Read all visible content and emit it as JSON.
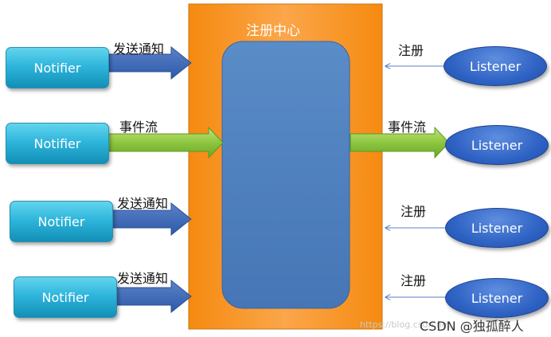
{
  "hub": {
    "title": "注册中心"
  },
  "notifiers": [
    {
      "label": "Notifier",
      "arrow_label": "发送通知",
      "connection": "notify"
    },
    {
      "label": "Notifier",
      "arrow_label": "事件流",
      "connection": "event-stream"
    },
    {
      "label": "Notifier",
      "arrow_label": "发送通知",
      "connection": "notify"
    },
    {
      "label": "Notifier",
      "arrow_label": "发送通知",
      "connection": "notify"
    }
  ],
  "listeners": [
    {
      "label": "Listener",
      "arrow_label": "注册",
      "connection": "register"
    },
    {
      "label": "Listener",
      "arrow_label": "事件流",
      "connection": "event-stream"
    },
    {
      "label": "Listener",
      "arrow_label": "注册",
      "connection": "register"
    },
    {
      "label": "Listener",
      "arrow_label": "注册",
      "connection": "register"
    }
  ],
  "watermark": "https://blog.csdn.net",
  "credit": "CSDN @独孤醉人",
  "colors": {
    "hub_fill": "#f7901e",
    "inner_fill": "#4f81bd",
    "notify_arrow": "#3b62ad",
    "event_arrow": "#8dc63f",
    "register_line": "#5b7fc7"
  }
}
